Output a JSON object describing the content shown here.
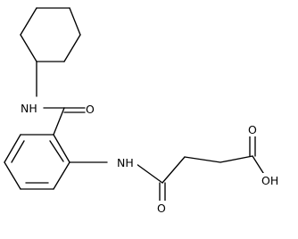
{
  "atom_labels": {
    "amide_nh_top": "NH",
    "carbonyl_o_top": "O",
    "amide_nh_middle": "NH",
    "carbonyl_o_bottom": "O",
    "acid_carbonyl_o": "O",
    "hydroxyl": "OH"
  }
}
